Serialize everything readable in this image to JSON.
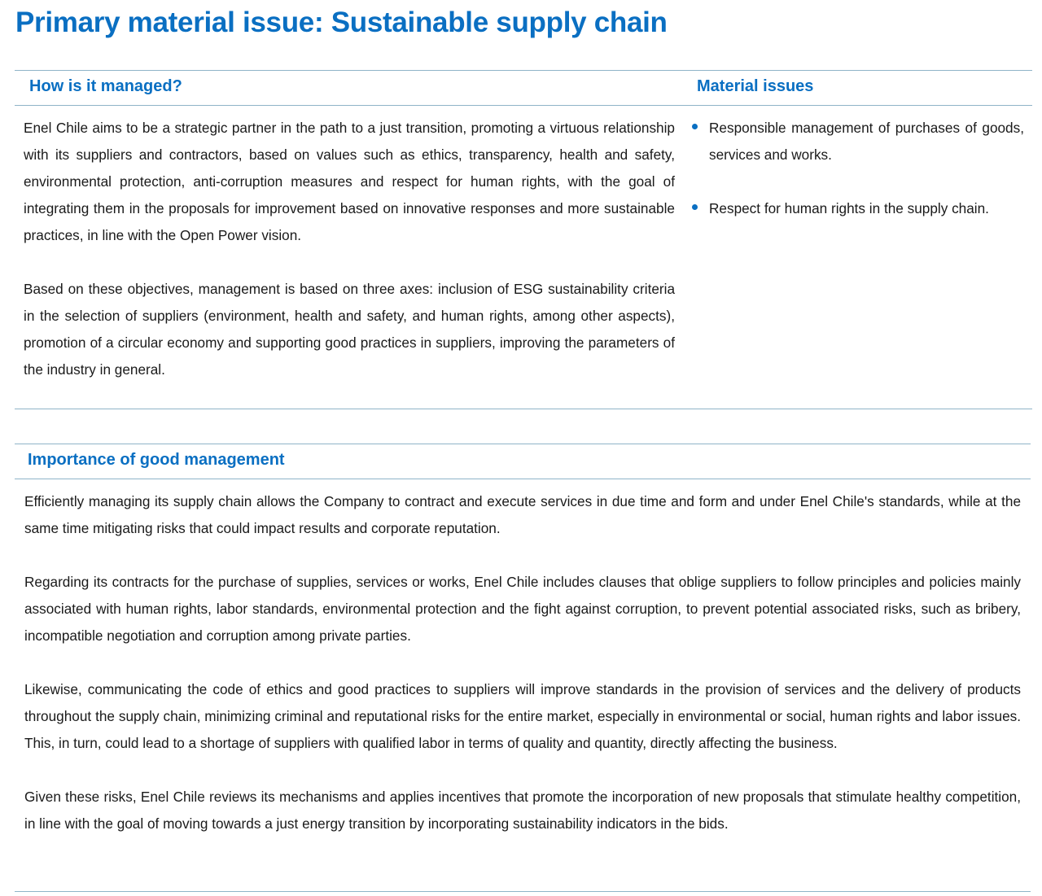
{
  "title": "Primary material issue: Sustainable supply chain",
  "section1": {
    "left_header": "How is it managed?",
    "right_header": "Material issues",
    "paragraphs": [
      "Enel Chile aims to be a strategic partner in the path to a just transition, promoting a virtuous relationship with its suppliers and contractors, based on values such as ethics, transparency, health and safety, environmental protection, anti-corruption measures and respect for human rights, with the goal of integrating them in the proposals for improvement based on innovative responses and more sustainable practices, in line with the Open Power vision.",
      "Based on these objectives, management is based on three axes: inclusion of ESG sustainability criteria in the selection of suppliers (environment, health and safety, and human rights, among other aspects), promotion of a circular economy and supporting good practices in suppliers, improving the parameters of the industry in general."
    ],
    "bullets": [
      "Responsible management of purchases of goods, services and works.",
      "Respect for human rights in the supply chain."
    ]
  },
  "section2": {
    "header": "Importance of good management",
    "paragraphs": [
      "Efficiently managing its supply chain allows the Company to contract and execute services in due time and form and under Enel Chile's standards, while at the same time mitigating risks that could impact results and corporate reputation.",
      "Regarding its contracts for the purchase of supplies, services or works, Enel Chile includes clauses that oblige suppliers to follow principles and policies mainly associated with human rights, labor standards, environmental protection and the fight against corruption, to prevent potential associated risks, such as bribery, incompatible negotiation and corruption among private parties.",
      "Likewise, communicating the code of ethics and good practices to suppliers will improve standards in the provision of services and the delivery of products throughout the supply chain, minimizing criminal and reputational risks for the entire market, especially in environmental or social, human rights and labor issues. This, in turn, could lead to a shortage of suppliers with qualified labor in terms of quality and quantity, directly affecting the business.",
      "Given these risks, Enel Chile reviews its mechanisms and applies incentives that promote the incorporation of new proposals that stimulate healthy competition, in line with the goal of moving towards a just energy transition by incorporating sustainability indicators in the bids."
    ]
  },
  "colors": {
    "accent": "#0a6fc2",
    "rule": "#8fb4c8",
    "text": "#1a1a1a"
  }
}
